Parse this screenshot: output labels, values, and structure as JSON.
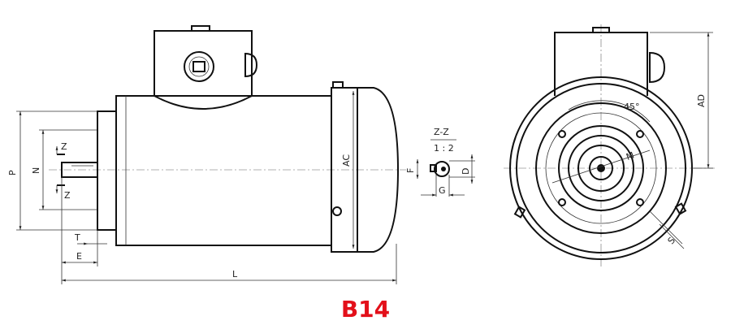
{
  "title": "B14",
  "title_color": "#e3101a",
  "side_view": {
    "labels": {
      "section_top": "Z",
      "section_bottom": "Z",
      "p": "P",
      "n": "N",
      "t": "T",
      "e": "E",
      "l": "L",
      "ac": "AC"
    }
  },
  "section_view": {
    "title": "Z-Z",
    "scale": "1 : 2",
    "labels": {
      "f": "F",
      "d": "D",
      "g": "G"
    }
  },
  "end_view": {
    "labels": {
      "angle": "45°",
      "m": "M",
      "ad": "AD",
      "s": "S"
    }
  }
}
